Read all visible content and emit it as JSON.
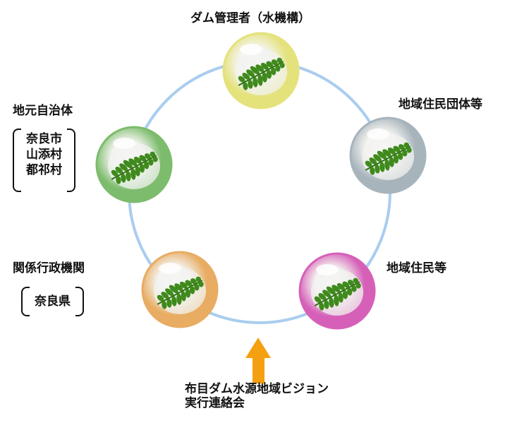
{
  "labels": {
    "dam_manager": "ダム管理者（水機構）",
    "local_gov": "地元自治体",
    "resident_groups": "地域住民団体等",
    "residents": "地域住民等",
    "admin_orgs": "関係行政機関",
    "vision_line1": "布目ダム水源地域ビジョン",
    "vision_line2": "実行連絡会"
  },
  "local_gov_members": [
    "奈良市",
    "山添村",
    "都祁村"
  ],
  "admin_members": [
    "奈良県"
  ],
  "colors": {
    "ring": "#a9cdef",
    "arrow": "#f5a010",
    "leaf": "#3f8a1c",
    "orb_yellow": "#e4e27a",
    "orb_gray": "#a8b4bc",
    "orb_pink": "#d660b8",
    "orb_orange": "#e8ac62",
    "orb_green": "#7cbc6c"
  },
  "orbs": [
    {
      "name": "yellow-orb",
      "color": "orb_yellow"
    },
    {
      "name": "gray-orb",
      "color": "orb_gray"
    },
    {
      "name": "pink-orb",
      "color": "orb_pink"
    },
    {
      "name": "orange-orb",
      "color": "orb_orange"
    },
    {
      "name": "green-orb",
      "color": "orb_green"
    }
  ],
  "icons": [
    "fern-leaf-icon",
    "arrow-up-icon"
  ]
}
